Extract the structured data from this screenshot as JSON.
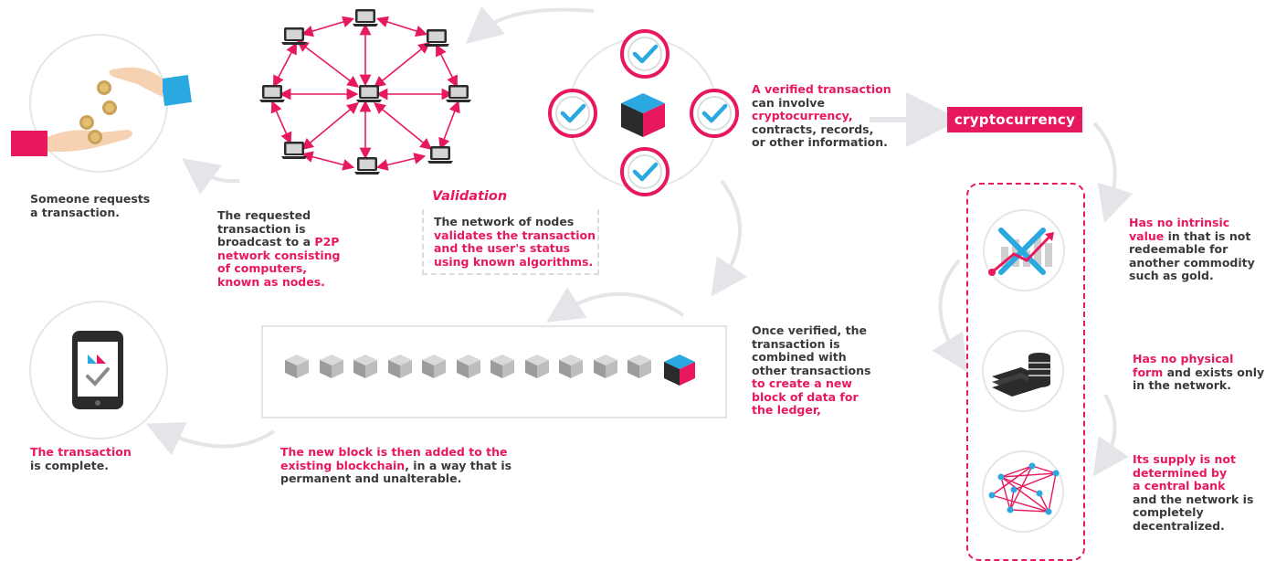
{
  "steps": {
    "request": {
      "text": "Someone requests\na transaction."
    },
    "broadcast": {
      "lines": [
        {
          "t": "The requested",
          "pink": false
        },
        {
          "t": "transaction is",
          "pink": false
        },
        {
          "t": "broadcast to a ",
          "pink": false,
          "tail": "P2P"
        },
        {
          "t": "network consisting",
          "pink": true
        },
        {
          "t": "of computers,",
          "pink": true
        },
        {
          "t": "known as nodes.",
          "pink": true
        }
      ]
    },
    "validation": {
      "title": "Validation",
      "line1": "The network of nodes",
      "line2": "validates the transaction",
      "line3": "and the user's status",
      "line4": "using known algorithms."
    },
    "verified": {
      "line1": "A verified transaction",
      "line2": "can involve",
      "line3": "cryptocurrency",
      "line3_tail": ",",
      "line4": "contracts, records,",
      "line5": "or other information."
    },
    "combined": {
      "line1": "Once verified, the",
      "line2": "transaction is",
      "line3": "combined with",
      "line4": "other transactions",
      "line5": "to create a new",
      "line6": "block of data for",
      "line7": "the ledger,"
    },
    "added": {
      "line1": "The new block is then added to the",
      "line2": "existing blockchain",
      "line2_tail": ", in a way that is",
      "line3": "permanent and unalterable."
    },
    "complete": {
      "pink": "The transaction",
      "rest": "is complete."
    }
  },
  "crypto": {
    "badge": "cryptocurrency",
    "facts": [
      {
        "pink": "Has no intrinsic\nvalue",
        "rest": " in that is not\nredeemable for\nanother commodity\nsuch as gold."
      },
      {
        "pink": "Has no physical\nform",
        "rest": " and exists only\nin the network."
      },
      {
        "pink": "Its supply is not\ndetermined by\na central bank",
        "rest": "\nand the network is\ncompletely\ndecentralized."
      }
    ]
  },
  "colors": {
    "accent": "#e8185f",
    "blue": "#2aa8e0",
    "grey": "#3a3a3a",
    "dark": "#2b2b2b"
  },
  "icons": [
    "hand-coins-icon",
    "node-network-icon",
    "validation-cube-icon",
    "blockchain-icon",
    "phone-check-icon",
    "chart-icon",
    "coins-stack-icon",
    "decentralized-network-icon"
  ]
}
